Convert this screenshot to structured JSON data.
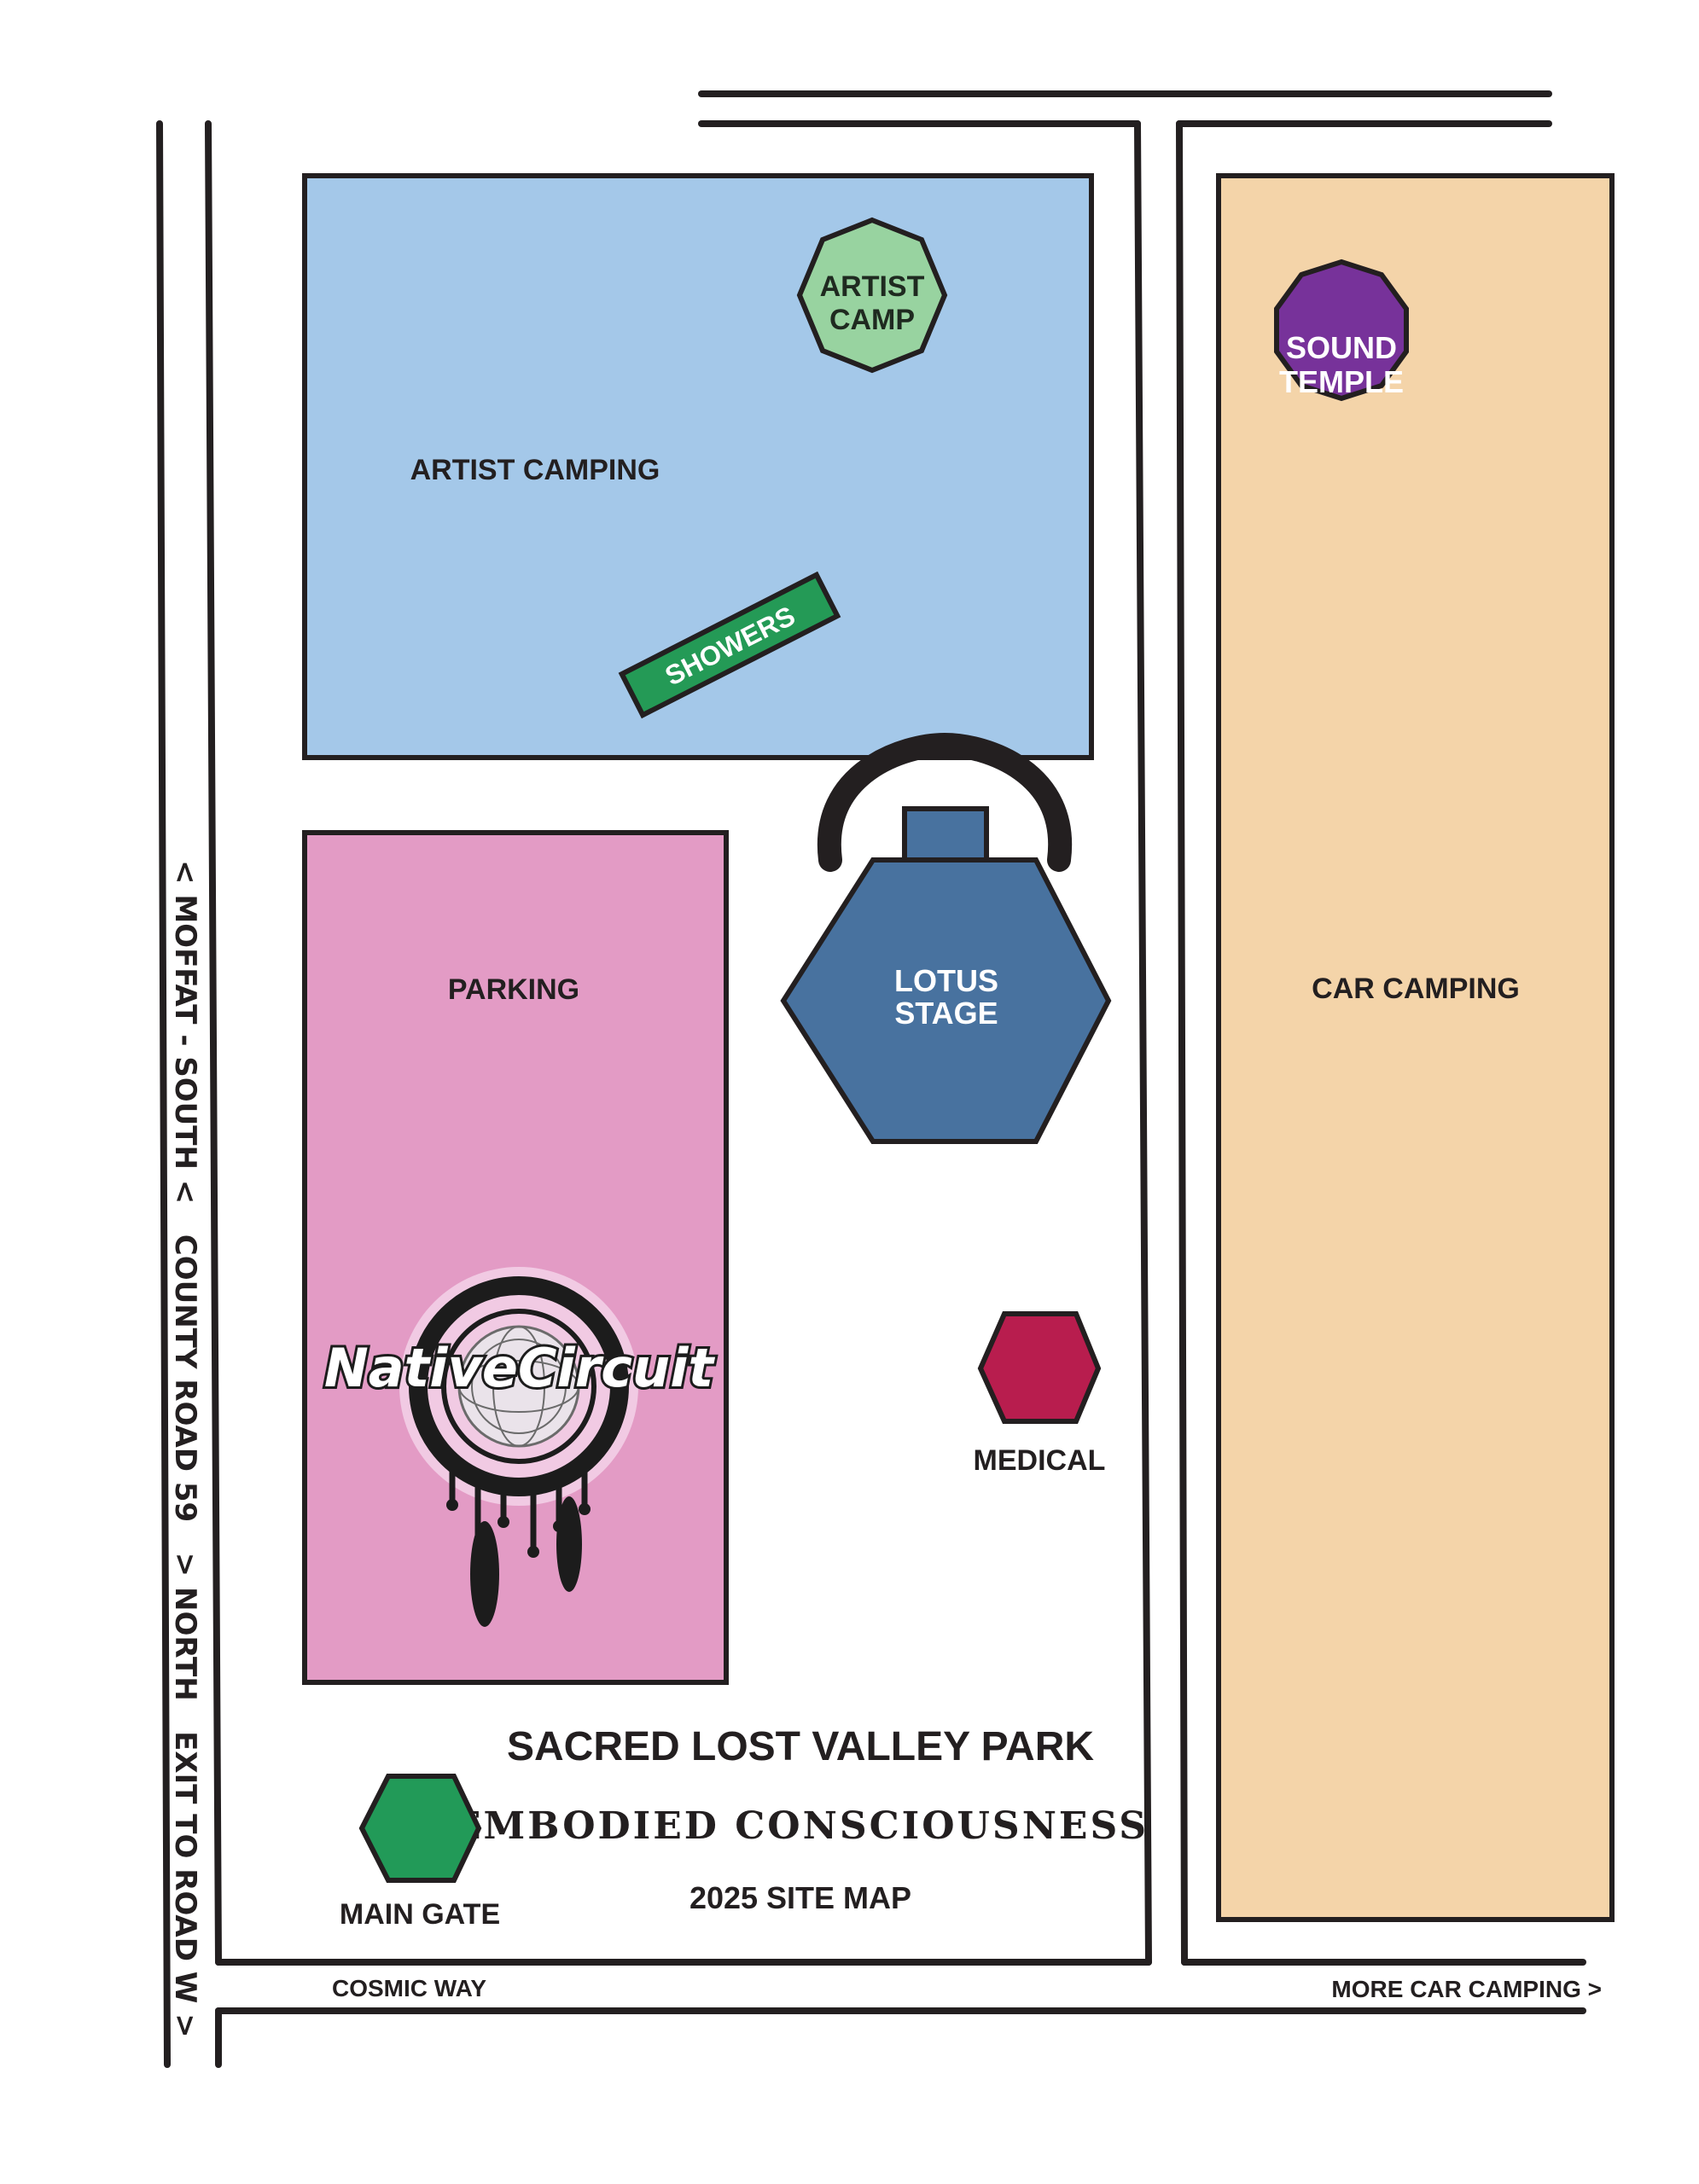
{
  "map": {
    "title": "SACRED LOST VALLEY PARK",
    "subtitle_ornate": "EMBODIED CONSCIOUSNESS",
    "subtitle": "2025 SITE MAP",
    "logo_text": "NativeCircuit",
    "colors": {
      "artist_camping": "#a4c8e9",
      "parking": "#e39bc5",
      "car_camping": "#f4d4a9",
      "artist_camp": "#98d3a0",
      "sound_temple": "#77329a",
      "lotus_stage": "#48729f",
      "showers": "#249a56",
      "medical": "#b81d4e",
      "main_gate": "#229a58",
      "outline": "#231f20"
    },
    "areas": {
      "artist_camping": "ARTIST CAMPING",
      "parking": "PARKING",
      "car_camping": "CAR CAMPING"
    },
    "points": {
      "artist_camp": [
        "ARTIST",
        "CAMP"
      ],
      "sound_temple": [
        "SOUND",
        "TEMPLE"
      ],
      "lotus_stage": [
        "LOTUS",
        "STAGE"
      ],
      "showers": "SHOWERS",
      "medical": "MEDICAL",
      "main_gate": "MAIN GATE"
    },
    "roads": {
      "county_road": "< MOFFAT - SOUTH <   COUNTY ROAD 59   > NORTH   EXIT TO ROAD W >",
      "cosmic_way": "COSMIC WAY",
      "more_car_camping": "MORE CAR CAMPING >"
    }
  }
}
